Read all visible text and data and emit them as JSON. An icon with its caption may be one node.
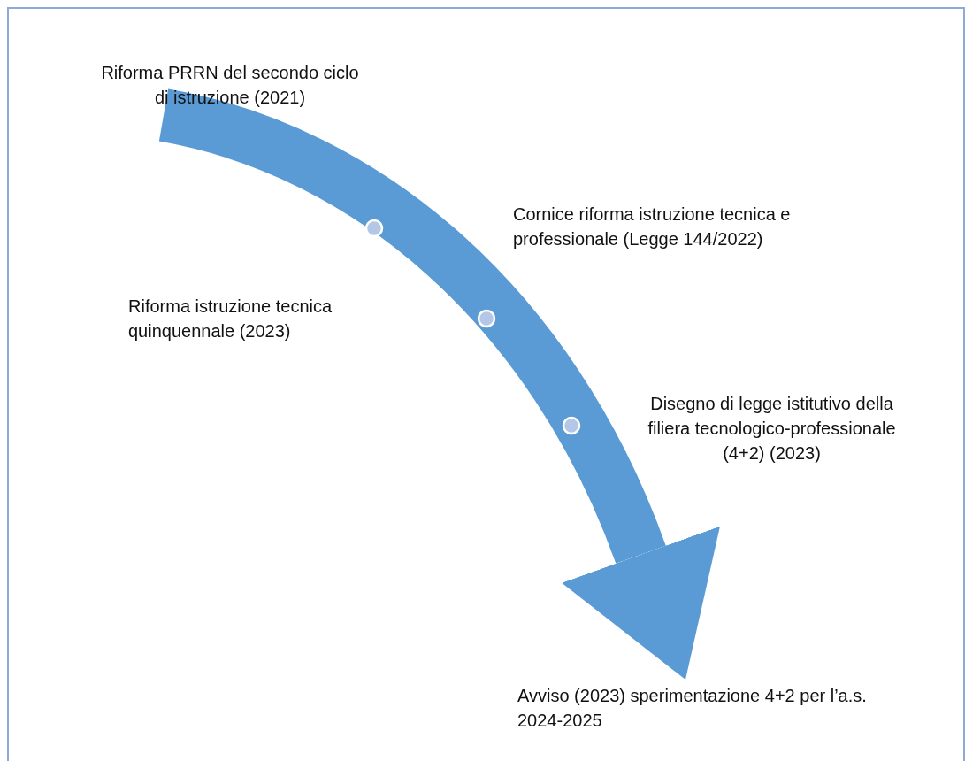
{
  "diagram": {
    "nodes": [
      {
        "text": [
          "Riforma PRRN del secondo ciclo di istruzione (2021)"
        ]
      },
      {
        "text": [
          "Cornice riforma istruzione tecnica e professionale (Legge 144/2022)"
        ]
      },
      {
        "text": [
          "Riforma istruzione tecnica quinquennale (2023)"
        ]
      },
      {
        "text": [
          "Disegno di legge istitutivo della filiera tecnologico-professionale (4+2) (2023)"
        ]
      },
      {
        "text": [
          "Avviso (2023) sperimentazione 4+2 per l’a.s. 2024-2025"
        ]
      }
    ],
    "edges": [
      {
        "from": 0,
        "to": 4,
        "arrow": "to"
      }
    ]
  }
}
